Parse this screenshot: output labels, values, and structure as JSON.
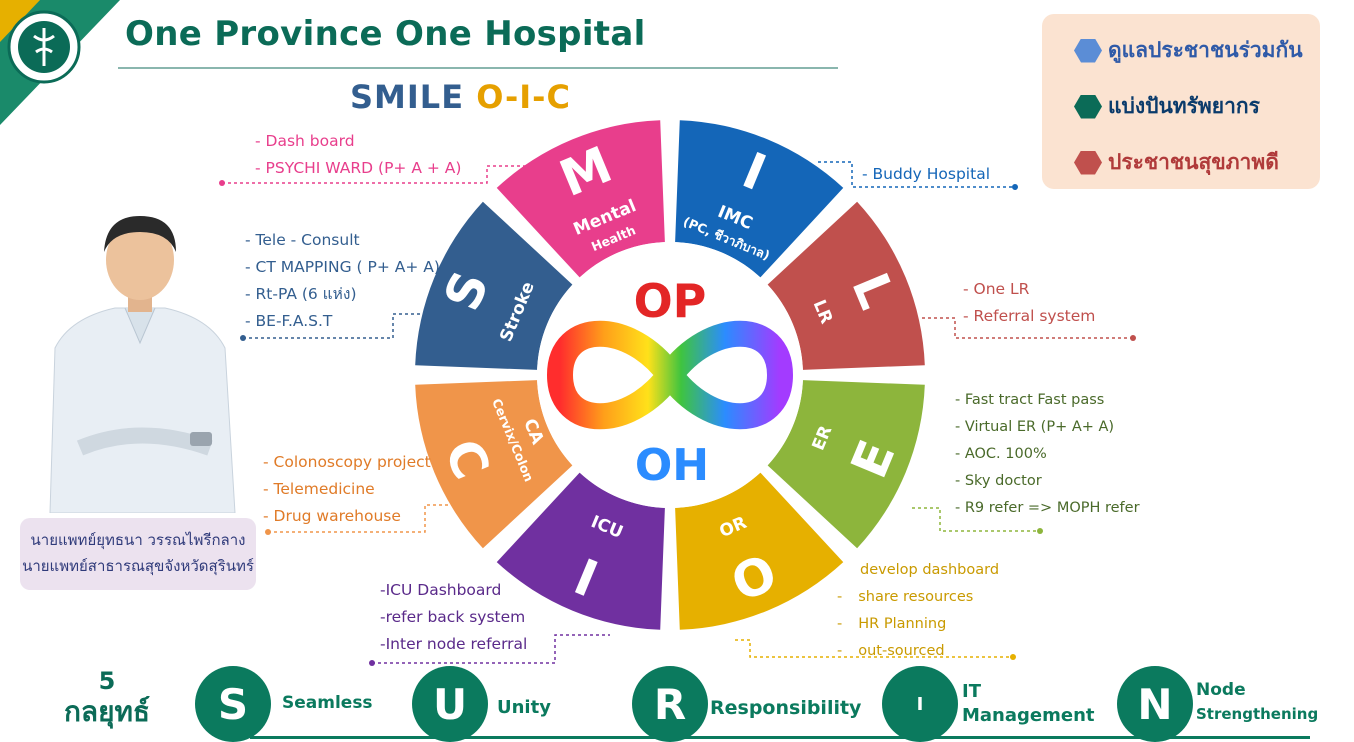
{
  "title": "One Province One Hospital",
  "subtitle": {
    "part1": "SMILE",
    "part2": "O-I-C"
  },
  "legend": [
    {
      "label": "ดูแลประชาชนร่วมกัน",
      "color": "#5b8dd6",
      "icon": "hexagon-icon"
    },
    {
      "label": "แบ่งปันทรัพยากร",
      "color": "#0b6b57",
      "icon": "hexagon-icon"
    },
    {
      "label": "ประชาชนสุขภาพดี",
      "color": "#c0504d",
      "icon": "hexagon-icon"
    }
  ],
  "wheel": {
    "center_top": "OP",
    "center_bottom": "OH",
    "segments": [
      {
        "letter": "M",
        "label1": "Mental",
        "label2": "Health",
        "color": "#e83e8c"
      },
      {
        "letter": "I",
        "label1": "IMC",
        "label2": "(PC, ชีวาภิบาล)",
        "color": "#1466b8"
      },
      {
        "letter": "L",
        "label1": "LR",
        "label2": "",
        "color": "#c0504d"
      },
      {
        "letter": "E",
        "label1": "ER",
        "label2": "",
        "color": "#8db53c"
      },
      {
        "letter": "O",
        "label1": "OR",
        "label2": "",
        "color": "#e6b000"
      },
      {
        "letter": "I",
        "label1": "ICU",
        "label2": "",
        "color": "#7030a0"
      },
      {
        "letter": "C",
        "label1": "CA",
        "label2": "Cervix/Colon",
        "color": "#f0954a"
      },
      {
        "letter": "S",
        "label1": "Stroke",
        "label2": "",
        "color": "#335e8f"
      }
    ]
  },
  "notes": {
    "m": [
      "- Dash board",
      "- PSYCHI WARD (P+ A + A)"
    ],
    "i": [
      "- Buddy Hospital"
    ],
    "l": [
      "- One LR",
      "- Referral system"
    ],
    "s": [
      "- Tele - Consult",
      "- CT MAPPING ( P+  A+  A)",
      "- Rt-PA (6 แห่ง)",
      "- BE-F.A.S.T"
    ],
    "e": [
      "- Fast tract Fast pass",
      "- Virtual ER (P+  A+ A)",
      "- AOC. 100%",
      "- Sky doctor",
      "- R9 refer => MOPH refer"
    ],
    "c": [
      "- Colonoscopy project",
      "- Telemedicine",
      "- Drug warehouse"
    ],
    "icu": [
      "-ICU Dashboard",
      "-refer back system",
      "-Inter node referral"
    ],
    "o": [
      "develop dashboard",
      "share resources",
      "HR Planning",
      "out-sourced"
    ],
    "o_dash": "-"
  },
  "person": {
    "line1": "นายแพทย์ยุทธนา วรรณไพรีกลาง",
    "line2": "นายแพทย์สาธารณสุขจังหวัดสุรินทร์"
  },
  "strategies": {
    "count": "5",
    "label": "กลยุทธ์",
    "items": [
      {
        "letter": "S",
        "word": "Seamless"
      },
      {
        "letter": "U",
        "word": "Unity"
      },
      {
        "letter": "R",
        "word": "Responsibility"
      },
      {
        "letter": "I",
        "word": "IT",
        "word2": "Management"
      },
      {
        "letter": "N",
        "word": "Node",
        "word2": "Strengthening"
      }
    ]
  }
}
